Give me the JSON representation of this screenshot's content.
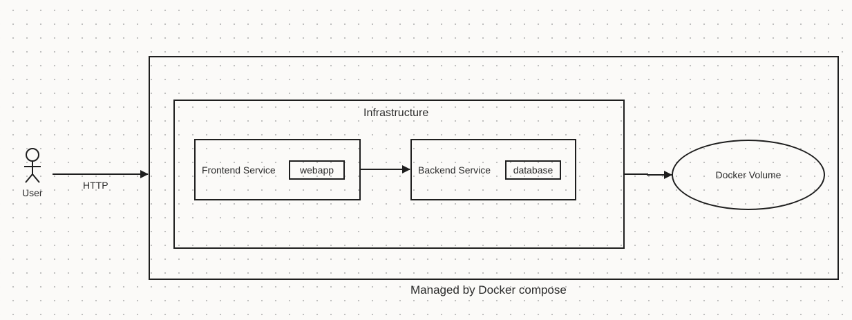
{
  "diagram": {
    "actor": {
      "label": "User"
    },
    "edges": {
      "user_to_compose": {
        "label": "HTTP"
      }
    },
    "compose_group": {
      "label": "Managed by Docker compose"
    },
    "infrastructure": {
      "label": "Infrastructure"
    },
    "frontend": {
      "label": "Frontend Service",
      "tag": "webapp"
    },
    "backend": {
      "label": "Backend Service",
      "tag": "database"
    },
    "volume": {
      "label": "Docker Volume"
    }
  }
}
